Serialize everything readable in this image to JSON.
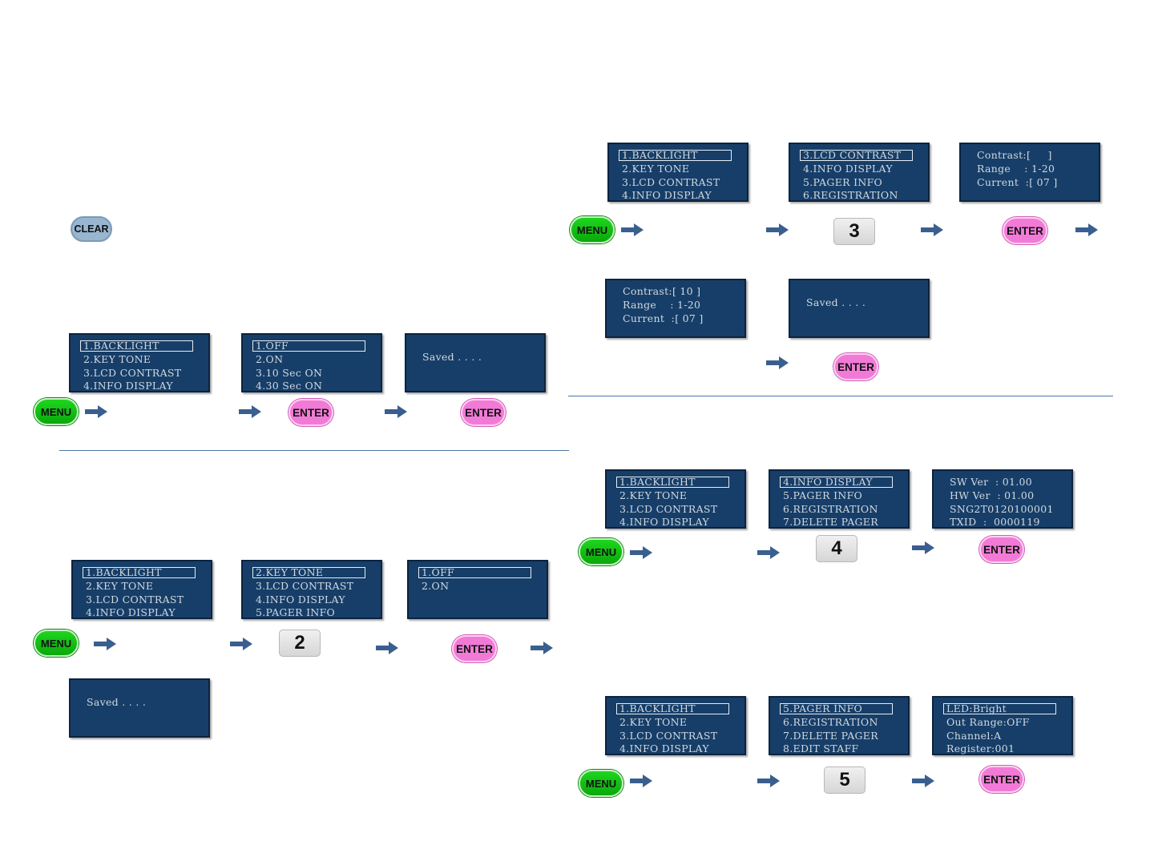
{
  "buttons": {
    "menu": "MENU",
    "enter": "ENTER",
    "clear": "CLEAR"
  },
  "number_keys": {
    "k2": "2",
    "k3": "3",
    "k4": "4",
    "k5": "5"
  },
  "screens": {
    "main_menu": [
      "1.BACKLIGHT",
      "2.KEY TONE",
      "3.LCD CONTRAST",
      "4.INFO DISPLAY"
    ],
    "backlight_options": [
      "1.OFF",
      "2.ON",
      "3.10 Sec ON",
      "4.30 Sec ON"
    ],
    "saved": "Saved . . . .",
    "keytone_menu": [
      "2.KEY TONE",
      "3.LCD CONTRAST",
      "4.INFO DISPLAY",
      "5.PAGER INFO"
    ],
    "keytone_options": [
      "1.OFF",
      "2.ON"
    ],
    "contrast_menu": [
      "3.LCD CONTRAST",
      "4.INFO DISPLAY",
      "5.PAGER INFO",
      "6.REGISTRATION"
    ],
    "contrast_empty": [
      "Contrast:[     ]",
      "Range    : 1-20",
      "Current  :[ 07 ]"
    ],
    "contrast_set": [
      "Contrast:[ 10 ]",
      "Range    : 1-20",
      "Current  :[ 07 ]"
    ],
    "info_menu": [
      "4.INFO DISPLAY",
      "5.PAGER INFO",
      "6.REGISTRATION",
      "7.DELETE PAGER"
    ],
    "info_display": [
      "SW Ver  : 01.00",
      "HW Ver  : 01.00",
      "SNG2T0120100001",
      "TXID  :  0000119"
    ],
    "pager_menu": [
      "5.PAGER INFO",
      "6.REGISTRATION",
      "7.DELETE PAGER",
      "8.EDIT STAFF"
    ],
    "pager_info": [
      "LED:Bright",
      "Out Range:OFF",
      "Channel:A",
      "Register:001"
    ]
  },
  "colors": {
    "lcd_background": "#163e68",
    "menu_button": "#12c012",
    "enter_button": "#f27ad7",
    "clear_button": "#98b6d0",
    "arrow": "#3a5f8f",
    "divider": "#4a76a8"
  }
}
